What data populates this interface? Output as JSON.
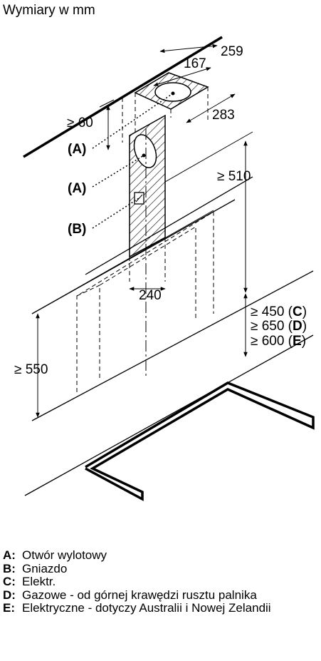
{
  "diagram": {
    "title": "Wymiary w mm",
    "dimensions": {
      "top_depth": "259",
      "outlet_diameter": "167",
      "top_width": "283",
      "ceiling_gap": "≥ 60",
      "chimney_width": "240",
      "hood_height": "≥ 510",
      "wall_height": "≥ 550"
    },
    "callouts": {
      "outlet_top": "(A)",
      "outlet_wall": "(A)",
      "socket": "(B)"
    },
    "clearances": [
      {
        "prefix": "≥ 450 (",
        "key": "C",
        "suffix": ")"
      },
      {
        "prefix": "≥ 650 (",
        "key": "D",
        "suffix": ")"
      },
      {
        "prefix": "≥ 600 (",
        "key": "E",
        "suffix": ")"
      }
    ]
  },
  "legend": [
    {
      "key": "A:",
      "text": "Otwór wylotowy"
    },
    {
      "key": "B:",
      "text": "Gniazdo"
    },
    {
      "key": "C:",
      "text": "Elektr."
    },
    {
      "key": "D:",
      "text": "Gazowe - od górnej krawędzi rusztu palnika"
    },
    {
      "key": "E:",
      "text": "Elektryczne - dotyczy Australii i Nowej Zelandii"
    }
  ]
}
